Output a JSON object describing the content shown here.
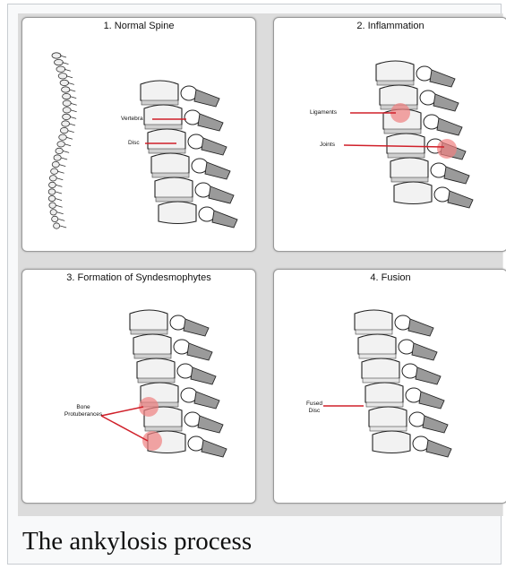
{
  "panels": [
    {
      "title": "1. Normal Spine",
      "labels": {
        "vertebra": "Vertebra",
        "disc": "Disc"
      }
    },
    {
      "title": "2. Inflammation",
      "labels": {
        "ligaments": "Ligaments",
        "joints": "Joints"
      }
    },
    {
      "title": "3. Formation of Syndesmophytes",
      "labels": {
        "bone_1": "Bone",
        "bone_2": "Protuberances"
      }
    },
    {
      "title": "4. Fusion",
      "labels": {
        "fused_1": "Fused",
        "fused_2": "Disc"
      }
    }
  ],
  "caption": "The ankylosis process",
  "colors": {
    "label_line": "#d0202a",
    "highlight": "#f08080"
  }
}
